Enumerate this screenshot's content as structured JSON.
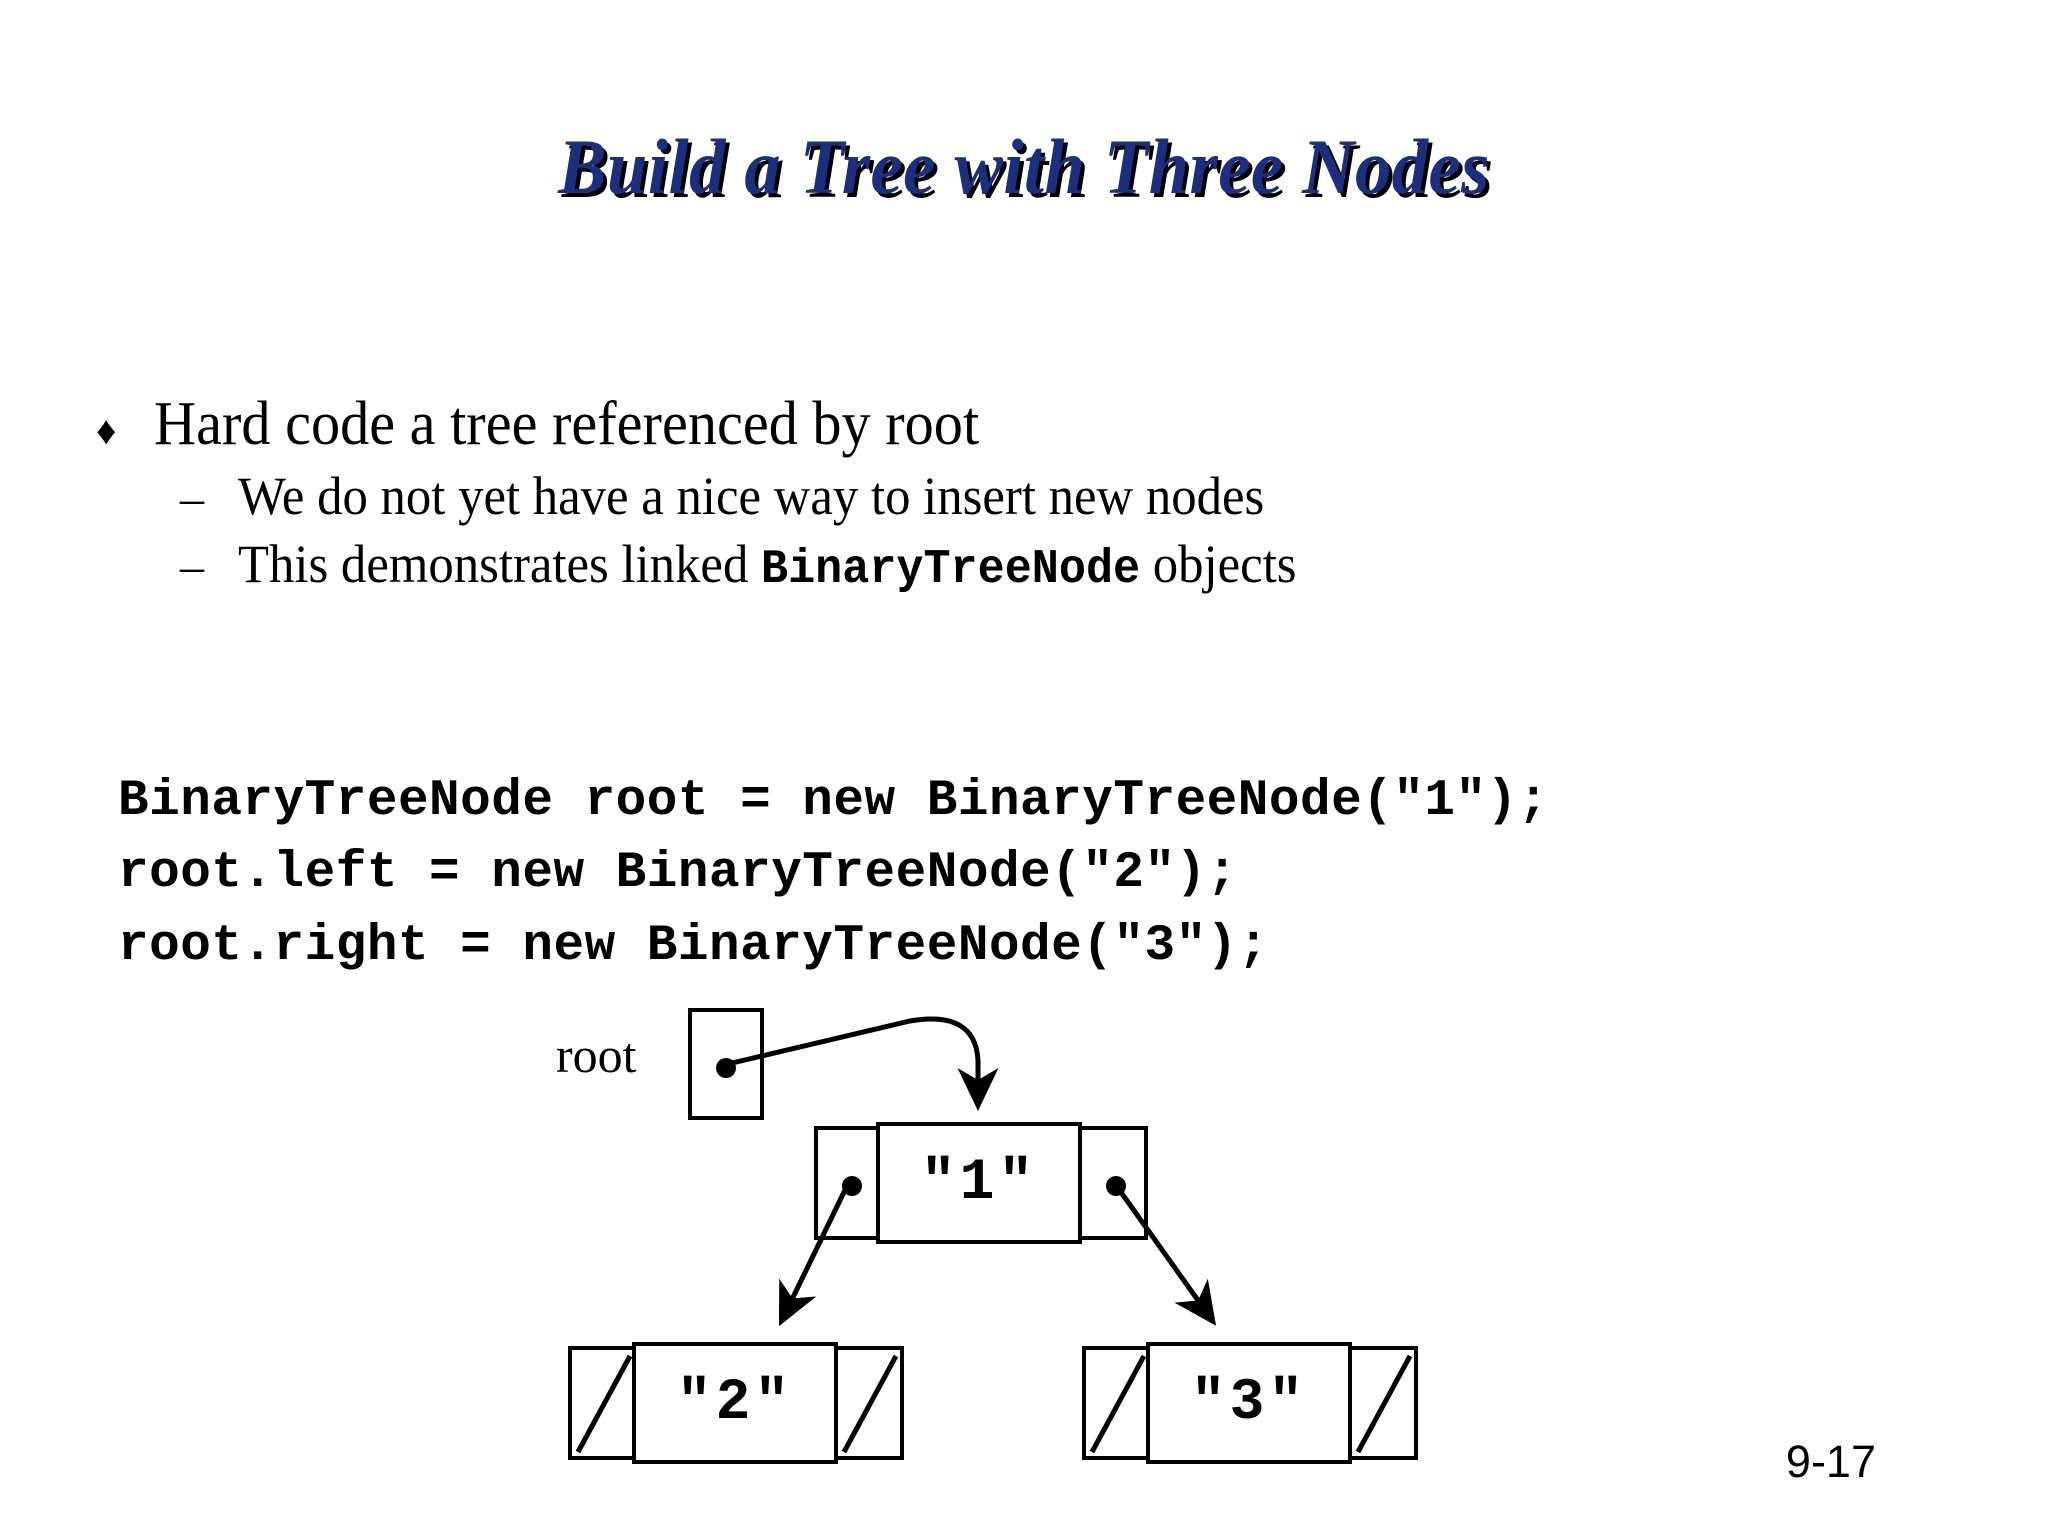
{
  "slide": {
    "title": "Build a Tree with Three Nodes",
    "title_color": "#1b2f7d",
    "shadow_color": "#000000",
    "background_color": "#ffffff",
    "page_number": "9-17"
  },
  "bullets": {
    "level1": {
      "marker": "diamond-bullet",
      "marker_glyph": "♦",
      "text": "Hard code a tree referenced by root"
    },
    "level2": [
      {
        "marker": "dash-bullet",
        "marker_glyph": "–",
        "text": "We do not yet have a nice way to insert new nodes"
      },
      {
        "marker": "dash-bullet",
        "marker_glyph": "–",
        "text_before": "This demonstrates linked ",
        "code": "BinaryTreeNode",
        "text_after": " objects"
      }
    ]
  },
  "code": {
    "lines": [
      "BinaryTreeNode root = new BinaryTreeNode(\"1\");",
      "root.left = new BinaryTreeNode(\"2\");",
      "root.right = new BinaryTreeNode(\"3\");"
    ],
    "full": "BinaryTreeNode root = new BinaryTreeNode(\"1\");\nroot.left = new BinaryTreeNode(\"2\");\nroot.right = new BinaryTreeNode(\"3\");"
  },
  "diagram": {
    "root_variable_label": "root",
    "nodes": [
      {
        "id": "node-1",
        "value": "\"1\"",
        "left": "pointer",
        "right": "pointer"
      },
      {
        "id": "node-2",
        "value": "\"2\"",
        "left": "null",
        "right": "null"
      },
      {
        "id": "node-3",
        "value": "\"3\"",
        "left": "null",
        "right": "null"
      }
    ],
    "edges": [
      {
        "from": "root-variable",
        "to": "node-1"
      },
      {
        "from": "node-1-left",
        "to": "node-2"
      },
      {
        "from": "node-1-right",
        "to": "node-3"
      }
    ],
    "line_color": "#000000",
    "fill_color": "#ffffff"
  }
}
